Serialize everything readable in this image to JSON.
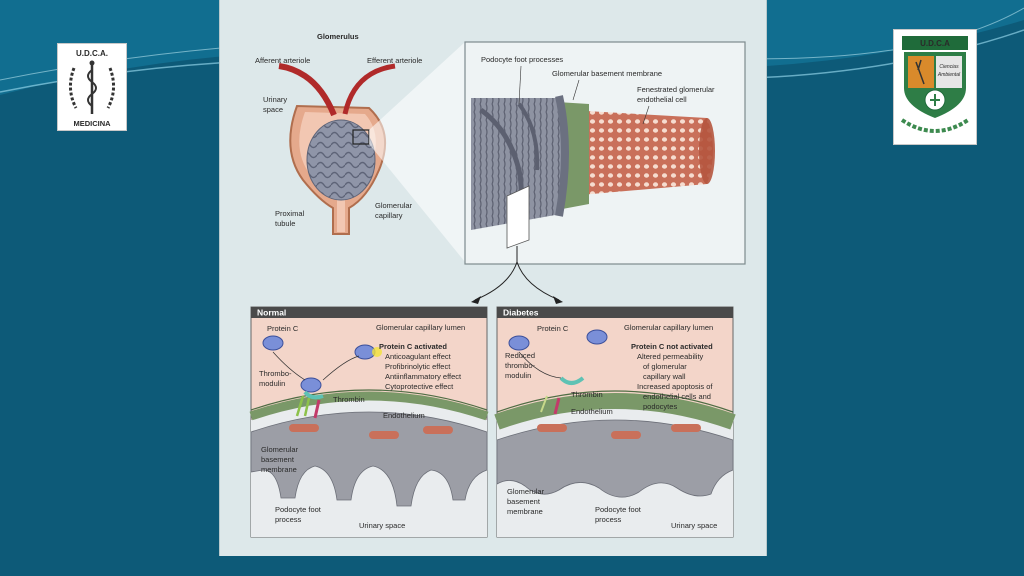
{
  "colors": {
    "slide_background": "#0d5a78",
    "panel_header": "#4a4a4a",
    "capillary_lumen": "#f3d5c9",
    "basement_membrane": "#7a9868",
    "podocyte": "#9c9ea6",
    "endothelium": "#c9705a"
  },
  "logo_left": {
    "top_text": "U.D.C.A.",
    "bottom_text": "MEDICINA",
    "icon": "caduceus-laurel-icon"
  },
  "logo_right": {
    "top_text": "U.D.C.A",
    "side_text_1": "Ciencias",
    "side_text_2": "Ambiental",
    "icon": "university-crest-icon"
  },
  "top_diagram": {
    "title": "Glomerulus",
    "afferent": "Afferent arteriole",
    "efferent": "Efferent arteriole",
    "urinary_space_1": "Urinary",
    "urinary_space_2": "space",
    "proximal_1": "Proximal",
    "proximal_2": "tubule",
    "glom_cap_1": "Glomerular",
    "glom_cap_2": "capillary",
    "podocyte_fp": "Podocyte foot processes",
    "gbm": "Glomerular basement membrane",
    "fenestrated_1": "Fenestrated glomerular",
    "fenestrated_2": "endothelial cell"
  },
  "normal_panel": {
    "header": "Normal",
    "protein_c": "Protein C",
    "lumen": "Glomerular capillary lumen",
    "activated": "Protein C activated",
    "effects": [
      "Anticoagulant effect",
      "Profibrinolytic effect",
      "Antiinflammatory effect",
      "Cytoprotective effect"
    ],
    "thrombo_1": "Thrombo-",
    "thrombo_2": "modulin",
    "thrombin": "Thrombin",
    "endothelium": "Endothelium",
    "gbm_1": "Glomerular",
    "gbm_2": "basement",
    "gbm_3": "membrane",
    "podocyte_1": "Podocyte foot",
    "podocyte_2": "process",
    "urinary": "Urinary space"
  },
  "diabetes_panel": {
    "header": "Diabetes",
    "protein_c": "Protein C",
    "lumen": "Glomerular capillary lumen",
    "not_activated": "Protein C not activated",
    "effects": [
      "Altered permeability",
      "of glomerular",
      "capillary wall",
      "Increased apoptosis of",
      "endothelial cells and",
      "podocytes"
    ],
    "reduced_1": "Reduced",
    "reduced_2": "thrombo-",
    "reduced_3": "modulin",
    "thrombin": "Thrombin",
    "endothelium": "Endothelium",
    "gbm_1": "Glomerular",
    "gbm_2": "basement",
    "gbm_3": "membrane",
    "podocyte_1": "Podocyte foot",
    "podocyte_2": "process",
    "urinary": "Urinary space"
  }
}
